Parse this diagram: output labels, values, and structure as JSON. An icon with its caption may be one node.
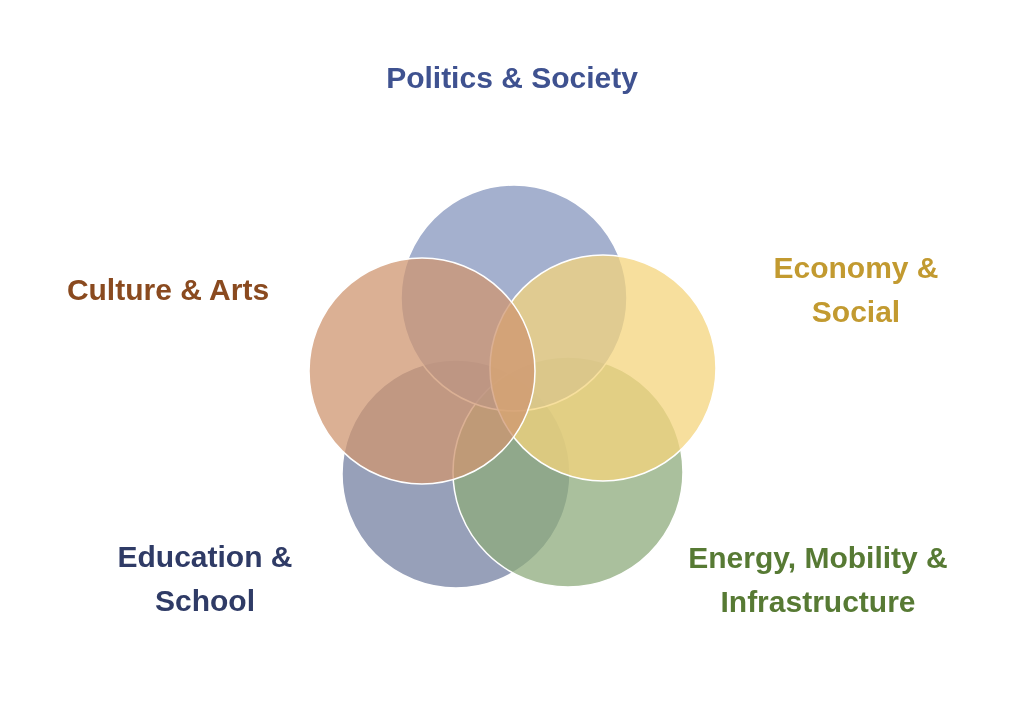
{
  "diagram": {
    "nodes": [
      {
        "text": [],
        "shape": "circle",
        "beside": [
          "Politics & Society"
        ]
      },
      {
        "text": [],
        "shape": "circle",
        "beside": [
          "Economy & Social"
        ]
      },
      {
        "text": [],
        "shape": "circle",
        "beside": [
          "Energy, Mobility & Infrastructure"
        ]
      },
      {
        "text": [],
        "shape": "circle",
        "beside": [
          "Education & School"
        ]
      },
      {
        "text": [],
        "shape": "circle",
        "beside": [
          "Culture & Arts"
        ]
      }
    ]
  }
}
